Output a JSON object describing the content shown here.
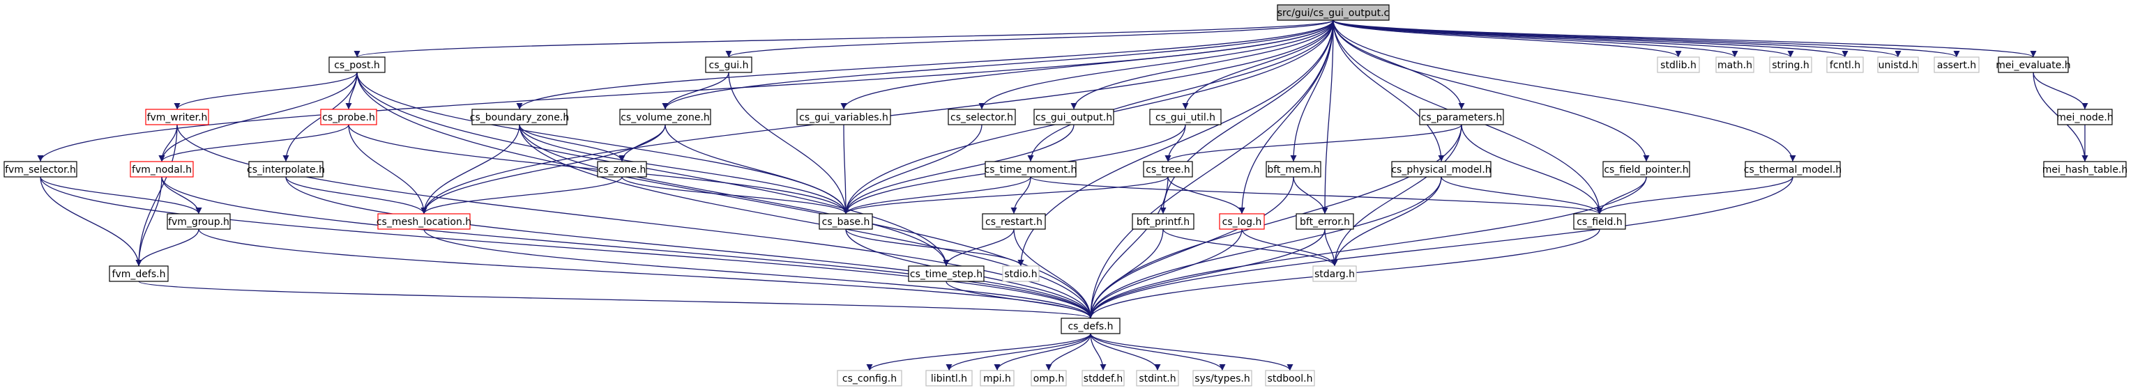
{
  "colors": {
    "root_fill": "#bfbfbf",
    "node_fill": "#ffffff",
    "border_normal": "#000000",
    "border_truncated": "#ff0000",
    "border_system": "#bfbfbf",
    "edge": "#191970"
  },
  "nodes": [
    {
      "id": "root",
      "label": "src/gui/cs_gui_output.c",
      "style": "root"
    },
    {
      "id": "cs_post",
      "label": "cs_post.h",
      "style": "normal"
    },
    {
      "id": "cs_gui",
      "label": "cs_gui.h",
      "style": "normal"
    },
    {
      "id": "stdlib",
      "label": "stdlib.h",
      "style": "system"
    },
    {
      "id": "math",
      "label": "math.h",
      "style": "system"
    },
    {
      "id": "string",
      "label": "string.h",
      "style": "system"
    },
    {
      "id": "fcntl",
      "label": "fcntl.h",
      "style": "system"
    },
    {
      "id": "unistd",
      "label": "unistd.h",
      "style": "system"
    },
    {
      "id": "assert",
      "label": "assert.h",
      "style": "system"
    },
    {
      "id": "mei_evaluate",
      "label": "mei_evaluate.h",
      "style": "normal"
    },
    {
      "id": "fvm_writer",
      "label": "fvm_writer.h",
      "style": "truncated"
    },
    {
      "id": "cs_probe",
      "label": "cs_probe.h",
      "style": "truncated"
    },
    {
      "id": "cs_boundary_zone",
      "label": "cs_boundary_zone.h",
      "style": "normal"
    },
    {
      "id": "cs_volume_zone",
      "label": "cs_volume_zone.h",
      "style": "normal"
    },
    {
      "id": "cs_gui_variables",
      "label": "cs_gui_variables.h",
      "style": "normal"
    },
    {
      "id": "cs_selector",
      "label": "cs_selector.h",
      "style": "normal"
    },
    {
      "id": "cs_gui_output",
      "label": "cs_gui_output.h",
      "style": "normal"
    },
    {
      "id": "cs_gui_util",
      "label": "cs_gui_util.h",
      "style": "normal"
    },
    {
      "id": "cs_parameters",
      "label": "cs_parameters.h",
      "style": "normal"
    },
    {
      "id": "mei_node",
      "label": "mei_node.h",
      "style": "normal"
    },
    {
      "id": "mei_hash_table",
      "label": "mei_hash_table.h",
      "style": "normal"
    },
    {
      "id": "fvm_selector",
      "label": "fvm_selector.h",
      "style": "normal"
    },
    {
      "id": "fvm_nodal",
      "label": "fvm_nodal.h",
      "style": "truncated"
    },
    {
      "id": "cs_interpolate",
      "label": "cs_interpolate.h",
      "style": "normal"
    },
    {
      "id": "cs_zone",
      "label": "cs_zone.h",
      "style": "normal"
    },
    {
      "id": "cs_time_moment",
      "label": "cs_time_moment.h",
      "style": "normal"
    },
    {
      "id": "cs_tree",
      "label": "cs_tree.h",
      "style": "normal"
    },
    {
      "id": "bft_mem",
      "label": "bft_mem.h",
      "style": "normal"
    },
    {
      "id": "cs_physical_model",
      "label": "cs_physical_model.h",
      "style": "normal"
    },
    {
      "id": "cs_field_pointer",
      "label": "cs_field_pointer.h",
      "style": "normal"
    },
    {
      "id": "cs_thermal_model",
      "label": "cs_thermal_model.h",
      "style": "normal"
    },
    {
      "id": "fvm_group",
      "label": "fvm_group.h",
      "style": "normal"
    },
    {
      "id": "cs_mesh_location",
      "label": "cs_mesh_location.h",
      "style": "truncated"
    },
    {
      "id": "cs_base",
      "label": "cs_base.h",
      "style": "normal"
    },
    {
      "id": "cs_restart",
      "label": "cs_restart.h",
      "style": "normal"
    },
    {
      "id": "bft_printf",
      "label": "bft_printf.h",
      "style": "normal"
    },
    {
      "id": "cs_log",
      "label": "cs_log.h",
      "style": "truncated"
    },
    {
      "id": "bft_error",
      "label": "bft_error.h",
      "style": "normal"
    },
    {
      "id": "cs_field",
      "label": "cs_field.h",
      "style": "normal"
    },
    {
      "id": "fvm_defs",
      "label": "fvm_defs.h",
      "style": "normal"
    },
    {
      "id": "cs_time_step",
      "label": "cs_time_step.h",
      "style": "normal"
    },
    {
      "id": "stdio",
      "label": "stdio.h",
      "style": "system"
    },
    {
      "id": "stdarg",
      "label": "stdarg.h",
      "style": "system"
    },
    {
      "id": "cs_defs",
      "label": "cs_defs.h",
      "style": "normal"
    },
    {
      "id": "cs_config",
      "label": "cs_config.h",
      "style": "system"
    },
    {
      "id": "libintl",
      "label": "libintl.h",
      "style": "system"
    },
    {
      "id": "mpi",
      "label": "mpi.h",
      "style": "system"
    },
    {
      "id": "omp",
      "label": "omp.h",
      "style": "system"
    },
    {
      "id": "stddef",
      "label": "stddef.h",
      "style": "system"
    },
    {
      "id": "stdint",
      "label": "stdint.h",
      "style": "system"
    },
    {
      "id": "systypes",
      "label": "sys/types.h",
      "style": "system"
    },
    {
      "id": "stdbool",
      "label": "stdbool.h",
      "style": "system"
    }
  ],
  "edges": [
    [
      "root",
      "cs_post"
    ],
    [
      "root",
      "cs_gui"
    ],
    [
      "root",
      "stdlib"
    ],
    [
      "root",
      "math"
    ],
    [
      "root",
      "string"
    ],
    [
      "root",
      "fcntl"
    ],
    [
      "root",
      "unistd"
    ],
    [
      "root",
      "assert"
    ],
    [
      "root",
      "mei_evaluate"
    ],
    [
      "root",
      "cs_boundary_zone"
    ],
    [
      "root",
      "cs_volume_zone"
    ],
    [
      "root",
      "cs_gui_variables"
    ],
    [
      "root",
      "cs_selector"
    ],
    [
      "root",
      "cs_gui_output"
    ],
    [
      "root",
      "cs_gui_util"
    ],
    [
      "root",
      "cs_parameters"
    ],
    [
      "root",
      "fvm_selector"
    ],
    [
      "root",
      "cs_time_moment"
    ],
    [
      "root",
      "bft_mem"
    ],
    [
      "root",
      "cs_physical_model"
    ],
    [
      "root",
      "cs_field_pointer"
    ],
    [
      "root",
      "cs_thermal_model"
    ],
    [
      "root",
      "cs_mesh_location"
    ],
    [
      "root",
      "cs_base"
    ],
    [
      "root",
      "bft_printf"
    ],
    [
      "root",
      "cs_log"
    ],
    [
      "root",
      "bft_error"
    ],
    [
      "root",
      "cs_field"
    ],
    [
      "root",
      "stdio"
    ],
    [
      "root",
      "cs_defs"
    ],
    [
      "cs_post",
      "fvm_writer"
    ],
    [
      "cs_post",
      "cs_probe"
    ],
    [
      "cs_post",
      "cs_interpolate"
    ],
    [
      "cs_post",
      "fvm_nodal"
    ],
    [
      "cs_post",
      "cs_base"
    ],
    [
      "cs_post",
      "cs_time_step"
    ],
    [
      "cs_post",
      "cs_defs"
    ],
    [
      "cs_gui",
      "cs_volume_zone"
    ],
    [
      "cs_gui",
      "cs_base"
    ],
    [
      "mei_evaluate",
      "mei_node"
    ],
    [
      "mei_evaluate",
      "mei_hash_table"
    ],
    [
      "mei_node",
      "mei_hash_table"
    ],
    [
      "fvm_writer",
      "fvm_nodal"
    ],
    [
      "fvm_writer",
      "fvm_defs"
    ],
    [
      "fvm_writer",
      "cs_defs"
    ],
    [
      "cs_probe",
      "fvm_nodal"
    ],
    [
      "cs_probe",
      "cs_mesh_location"
    ],
    [
      "cs_probe",
      "cs_base"
    ],
    [
      "cs_boundary_zone",
      "cs_zone"
    ],
    [
      "cs_boundary_zone",
      "cs_mesh_location"
    ],
    [
      "cs_boundary_zone",
      "cs_base"
    ],
    [
      "cs_boundary_zone",
      "cs_time_step"
    ],
    [
      "cs_boundary_zone",
      "cs_defs"
    ],
    [
      "cs_volume_zone",
      "cs_zone"
    ],
    [
      "cs_volume_zone",
      "cs_mesh_location"
    ],
    [
      "cs_volume_zone",
      "cs_base"
    ],
    [
      "cs_gui_variables",
      "cs_base"
    ],
    [
      "cs_selector",
      "cs_base"
    ],
    [
      "cs_gui_output",
      "cs_base"
    ],
    [
      "cs_gui_util",
      "cs_base"
    ],
    [
      "cs_gui_util",
      "cs_tree"
    ],
    [
      "cs_parameters",
      "cs_tree"
    ],
    [
      "cs_parameters",
      "cs_field"
    ],
    [
      "cs_parameters",
      "stdarg"
    ],
    [
      "cs_parameters",
      "cs_defs"
    ],
    [
      "fvm_selector",
      "fvm_group"
    ],
    [
      "fvm_selector",
      "fvm_defs"
    ],
    [
      "fvm_selector",
      "cs_defs"
    ],
    [
      "fvm_nodal",
      "fvm_group"
    ],
    [
      "fvm_nodal",
      "fvm_defs"
    ],
    [
      "fvm_nodal",
      "cs_defs"
    ],
    [
      "cs_interpolate",
      "cs_mesh_location"
    ],
    [
      "cs_interpolate",
      "cs_defs"
    ],
    [
      "cs_zone",
      "cs_mesh_location"
    ],
    [
      "cs_zone",
      "cs_base"
    ],
    [
      "cs_time_moment",
      "cs_restart"
    ],
    [
      "cs_time_moment",
      "cs_field"
    ],
    [
      "cs_time_moment",
      "cs_base"
    ],
    [
      "cs_tree",
      "cs_log"
    ],
    [
      "cs_tree",
      "cs_base"
    ],
    [
      "cs_tree",
      "cs_defs"
    ],
    [
      "bft_mem",
      "bft_error"
    ],
    [
      "bft_mem",
      "cs_defs"
    ],
    [
      "cs_physical_model",
      "cs_field"
    ],
    [
      "cs_physical_model",
      "stdarg"
    ],
    [
      "cs_physical_model",
      "cs_defs"
    ],
    [
      "cs_field_pointer",
      "cs_field"
    ],
    [
      "cs_field_pointer",
      "cs_defs"
    ],
    [
      "cs_thermal_model",
      "cs_field"
    ],
    [
      "cs_thermal_model",
      "cs_defs"
    ],
    [
      "fvm_group",
      "fvm_defs"
    ],
    [
      "fvm_group",
      "cs_defs"
    ],
    [
      "cs_mesh_location",
      "cs_defs"
    ],
    [
      "cs_base",
      "stdio"
    ],
    [
      "cs_base",
      "cs_defs"
    ],
    [
      "cs_restart",
      "cs_time_step"
    ],
    [
      "cs_restart",
      "cs_defs"
    ],
    [
      "bft_printf",
      "stdarg"
    ],
    [
      "bft_printf",
      "cs_defs"
    ],
    [
      "cs_log",
      "stdarg"
    ],
    [
      "cs_log",
      "cs_defs"
    ],
    [
      "bft_error",
      "stdarg"
    ],
    [
      "bft_error",
      "cs_defs"
    ],
    [
      "cs_field",
      "cs_defs"
    ],
    [
      "fvm_defs",
      "cs_defs"
    ],
    [
      "cs_time_step",
      "cs_defs"
    ],
    [
      "cs_defs",
      "cs_config"
    ],
    [
      "cs_defs",
      "libintl"
    ],
    [
      "cs_defs",
      "mpi"
    ],
    [
      "cs_defs",
      "omp"
    ],
    [
      "cs_defs",
      "stddef"
    ],
    [
      "cs_defs",
      "stdint"
    ],
    [
      "cs_defs",
      "systypes"
    ],
    [
      "cs_defs",
      "stdbool"
    ]
  ]
}
